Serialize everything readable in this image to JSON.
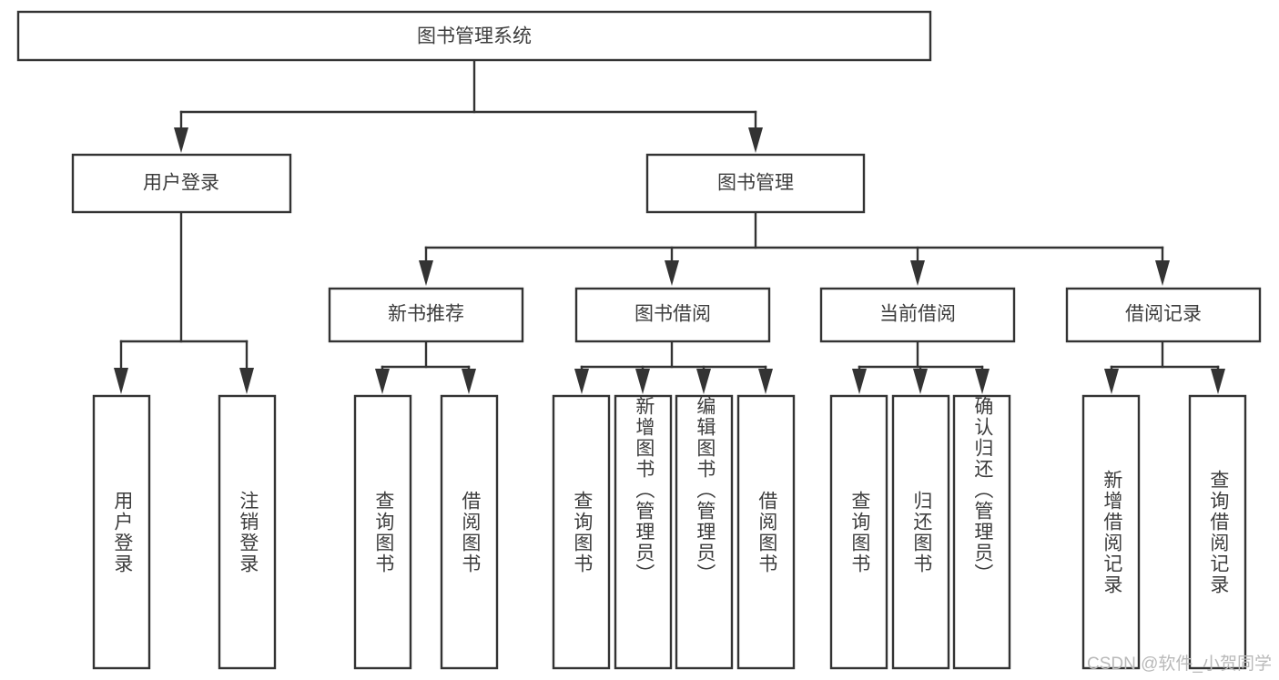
{
  "diagram": {
    "type": "tree-hierarchy-flowchart",
    "title": "图书管理系统",
    "watermark": "CSDN @软件_小贺同学",
    "colors": {
      "box_stroke": "#333333",
      "box_fill": "#ffffff",
      "text": "#3d3d3d",
      "background": "#ffffff",
      "watermark": "#b9b9b9"
    },
    "root": {
      "label": "图书管理系统"
    },
    "level2": [
      {
        "label": "用户登录"
      },
      {
        "label": "图书管理"
      }
    ],
    "level3": [
      {
        "label": "新书推荐"
      },
      {
        "label": "图书借阅"
      },
      {
        "label": "当前借阅"
      },
      {
        "label": "借阅记录"
      }
    ],
    "leaves": {
      "user_login": [
        {
          "label": "用户登录"
        },
        {
          "label": "注销登录"
        }
      ],
      "new_book_recommend": [
        {
          "label": "查询图书"
        },
        {
          "label": "借阅图书"
        }
      ],
      "book_borrow": [
        {
          "label": "查询图书"
        },
        {
          "label": "新增图书（管理员）"
        },
        {
          "label": "编辑图书（管理员）"
        },
        {
          "label": "借阅图书"
        }
      ],
      "current_borrow": [
        {
          "label": "查询图书"
        },
        {
          "label": "归还图书"
        },
        {
          "label": "确认归还（管理员）"
        }
      ],
      "borrow_record": [
        {
          "label": "新增借阅记录"
        },
        {
          "label": "查询借阅记录"
        }
      ]
    }
  }
}
